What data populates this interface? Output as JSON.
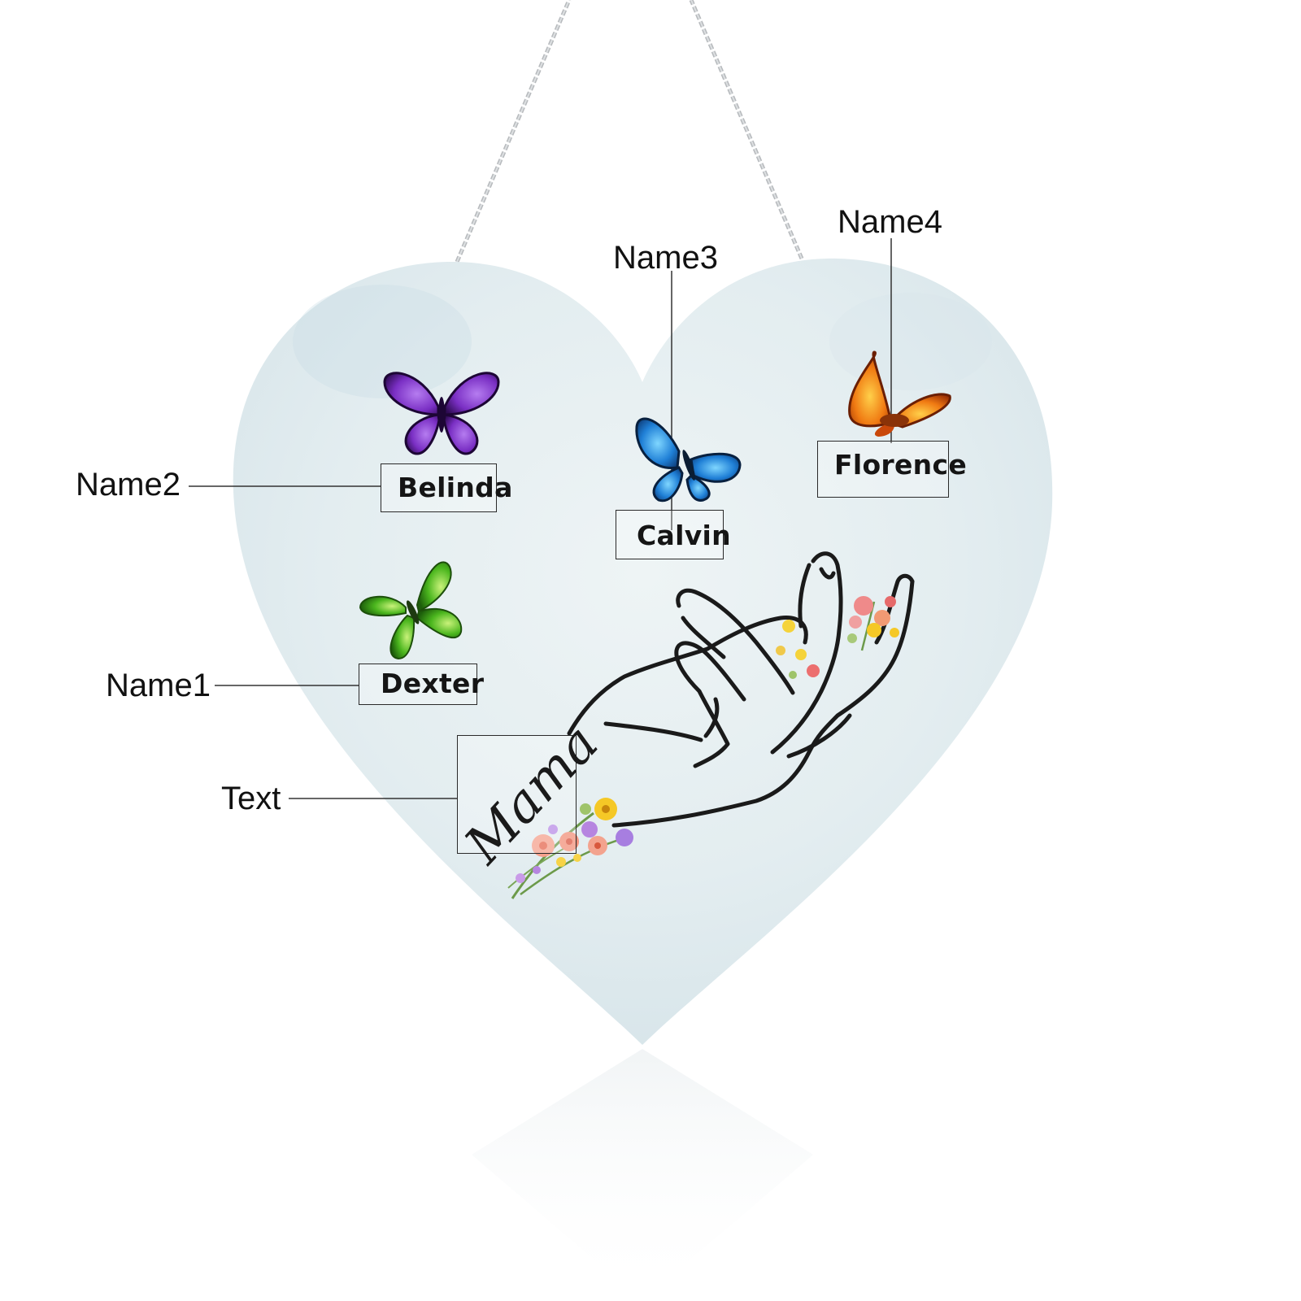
{
  "callouts": {
    "name1": "Name1",
    "name2": "Name2",
    "name3": "Name3",
    "name4": "Name4",
    "text": "Text"
  },
  "names": {
    "name1": "Dexter",
    "name2": "Belinda",
    "name3": "Calvin",
    "name4": "Florence"
  },
  "main_text": "Mama",
  "butterflies": [
    {
      "name": "green-butterfly",
      "color": "#3fa81c"
    },
    {
      "name": "purple-butterfly",
      "color": "#7a2fc4"
    },
    {
      "name": "blue-butterfly",
      "color": "#1f7fd6"
    },
    {
      "name": "orange-butterfly",
      "color": "#f07a12"
    }
  ],
  "colors": {
    "heart_fill": "#e4eef0",
    "chain": "#b9bcbf",
    "line_art": "#1a1a1a"
  }
}
